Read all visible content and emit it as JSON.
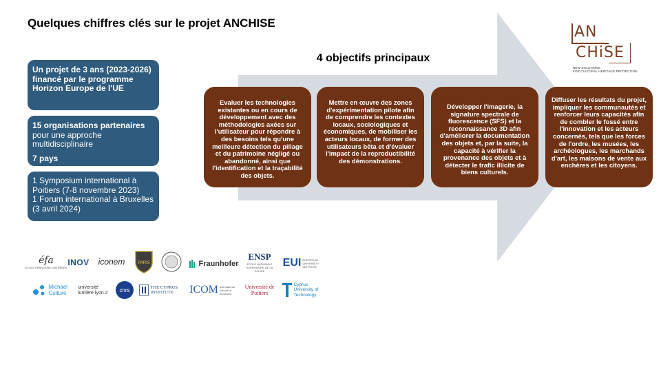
{
  "page": {
    "title": "Quelques chiffres clés sur le projet ANCHISE",
    "objectives_heading": "4 objectifs principaux"
  },
  "info_boxes": {
    "box1": "Un projet de 3 ans (2023-2026) financé par le programme Horizon Europe de l'UE",
    "box2_bold": "15 organisations partenaires",
    "box2_rest": "pour une approche multidisciplinaire",
    "box2_pays": "7 pays",
    "box3_line1": "1 Symposium international à Poitiers (7-8 novembre 2023)",
    "box3_line2": "1 Forum international à Bruxelles (3 avril 2024)"
  },
  "objectives": [
    "Evaluer les technologies existantes ou en cours de développement avec des méthodologies axées sur l'utilisateur pour répondre à des besoins tels qu'une meilleure détection du pillage et du patrimoine négligé ou abandonné, ainsi que l'identification et la traçabilité des objets.",
    "Mettre en œuvre des zones d'expérimentation pilote afin de comprendre les contextes locaux, sociologiques et économiques, de mobiliser les acteurs locaux, de former des utilisateurs bêta et d'évaluer l'impact de la reproductibilité des démonstrations.",
    "Développer l'imagerie, la signature spectrale de fluorescence (SFS) et la reconnaissance 3D afin d'améliorer la documentation des objets et, par la suite, la capacité à vérifier la provenance des objets et à détecter le trafic illicite de biens culturels.",
    "Diffuser les résultats du projet, impliquer les communautés et renforcer leurs capacités afin de combler le fossé entre l'innovation et  les acteurs concernés, tels que les forces de l'ordre, les musées, les archéologues, les marchands d'art, les maisons de vente aux enchères et les citoyens."
  ],
  "logo": {
    "line1": "AN",
    "line2": "CHiSE",
    "tagline1": "NEW SOLUTIONS",
    "tagline2": "FOR CULTURAL HERITAGE PROTECTION"
  },
  "partners": {
    "efa": "éfa",
    "efa_sub": "ÉCOLE FRANÇAISE D'ATHÈNES",
    "inov": "INOV",
    "iconem": "iconem",
    "paris": "PARIS",
    "ihmr": "CNRS",
    "fraunhofer": "Fraunhofer",
    "ensp": "ENSP",
    "ensp_sub": "ÉCOLE NATIONALE SUPÉRIEURE DE LA POLICE",
    "eui": "EUI",
    "eui_sub": "EUROPEAN UNIVERSITY INSTITUTE",
    "michael": "Michael Culture",
    "lyon": "université lumière lyon 2",
    "cnrs": "cnrs",
    "cyprus_inst": "THE CYPRUS INSTITUTE",
    "icom": "ICOM",
    "icom_sub": "international council of museums",
    "poitiers": "Université de Poitiers",
    "cut": "Cyprus University of Technology"
  },
  "colors": {
    "info_box": "#2e5b7e",
    "objective_box": "#6f3214",
    "arrow": "#d6dbe1",
    "logo": "#7a3e22"
  }
}
